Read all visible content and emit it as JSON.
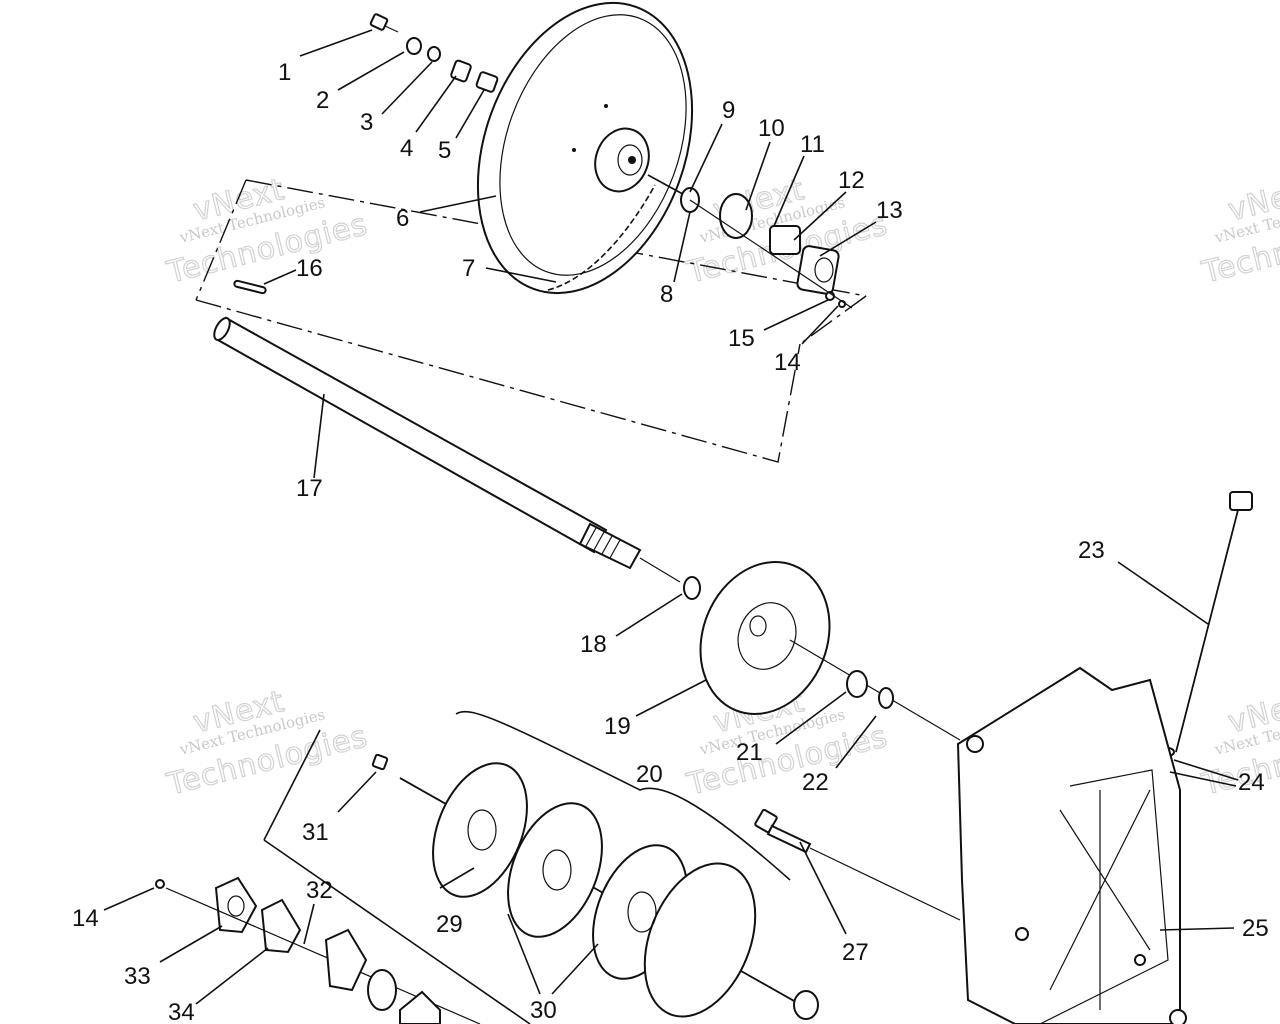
{
  "diagram": {
    "callouts": [
      "1",
      "2",
      "3",
      "4",
      "5",
      "6",
      "7",
      "8",
      "9",
      "10",
      "11",
      "12",
      "13",
      "14",
      "15",
      "16",
      "17",
      "18",
      "19",
      "20",
      "21",
      "22",
      "23",
      "24",
      "25",
      "27",
      "29",
      "30",
      "31",
      "32",
      "33",
      "34"
    ],
    "watermark": {
      "small": "vNext Technologies",
      "big": "Technologies",
      "brand": "vNext"
    }
  }
}
